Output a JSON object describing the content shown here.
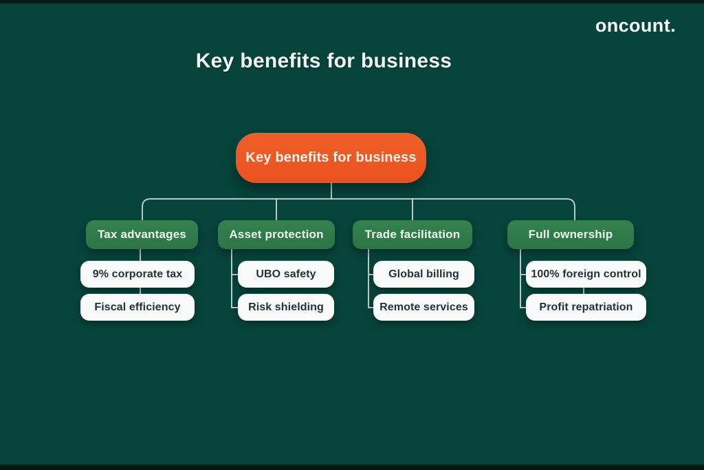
{
  "page": {
    "title": "Key benefits for business",
    "brand": "oncount."
  },
  "tree": {
    "root": {
      "label": "Key benefits for business"
    },
    "groups": [
      {
        "label": "Tax advantages",
        "items": [
          "9% corporate tax",
          "Fiscal efficiency"
        ]
      },
      {
        "label": "Asset protection",
        "items": [
          "UBO safety",
          "Risk shielding"
        ]
      },
      {
        "label": "Trade facilitation",
        "items": [
          "Global billing",
          "Remote services"
        ]
      },
      {
        "label": "Full ownership",
        "items": [
          "100% foreign control",
          "Profit repatriation"
        ]
      }
    ]
  },
  "colors": {
    "background": "#06433a",
    "root_node": "#ec5522",
    "category_node": "#2f7b4a",
    "leaf_node": "#f8faf9",
    "leaf_text": "#25303a",
    "connector": "#d3ddd8",
    "title_text": "#f4f8f5"
  }
}
